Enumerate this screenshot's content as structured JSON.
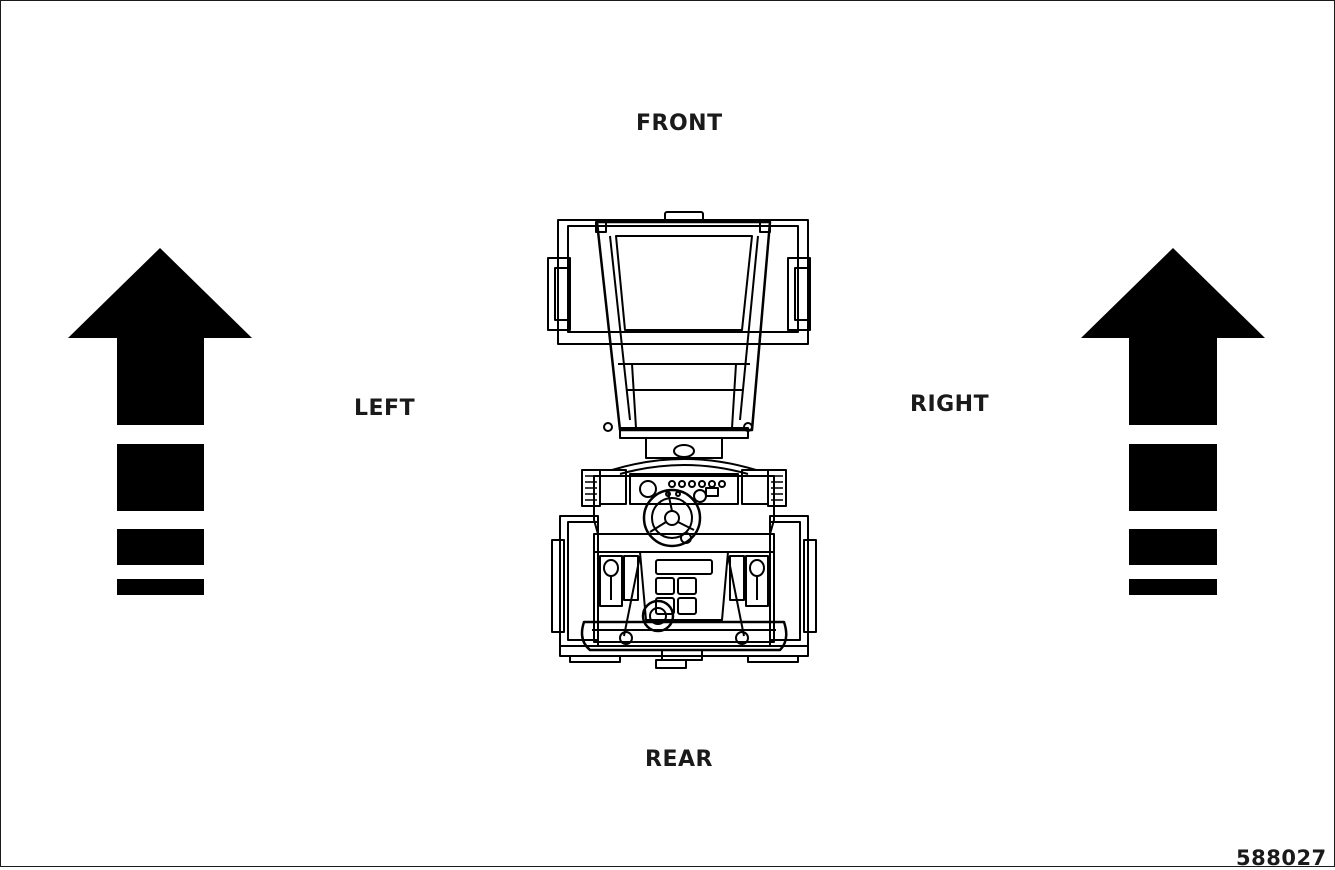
{
  "labels": {
    "front": "FRONT",
    "rear": "REAR",
    "left": "LEFT",
    "right": "RIGHT"
  },
  "figure_id": "588027",
  "icons": {
    "left_arrow": "up-arrow-icon",
    "right_arrow": "up-arrow-icon",
    "machine": "machine-top-view-icon"
  },
  "colors": {
    "ink": "#000000",
    "background": "#ffffff"
  }
}
